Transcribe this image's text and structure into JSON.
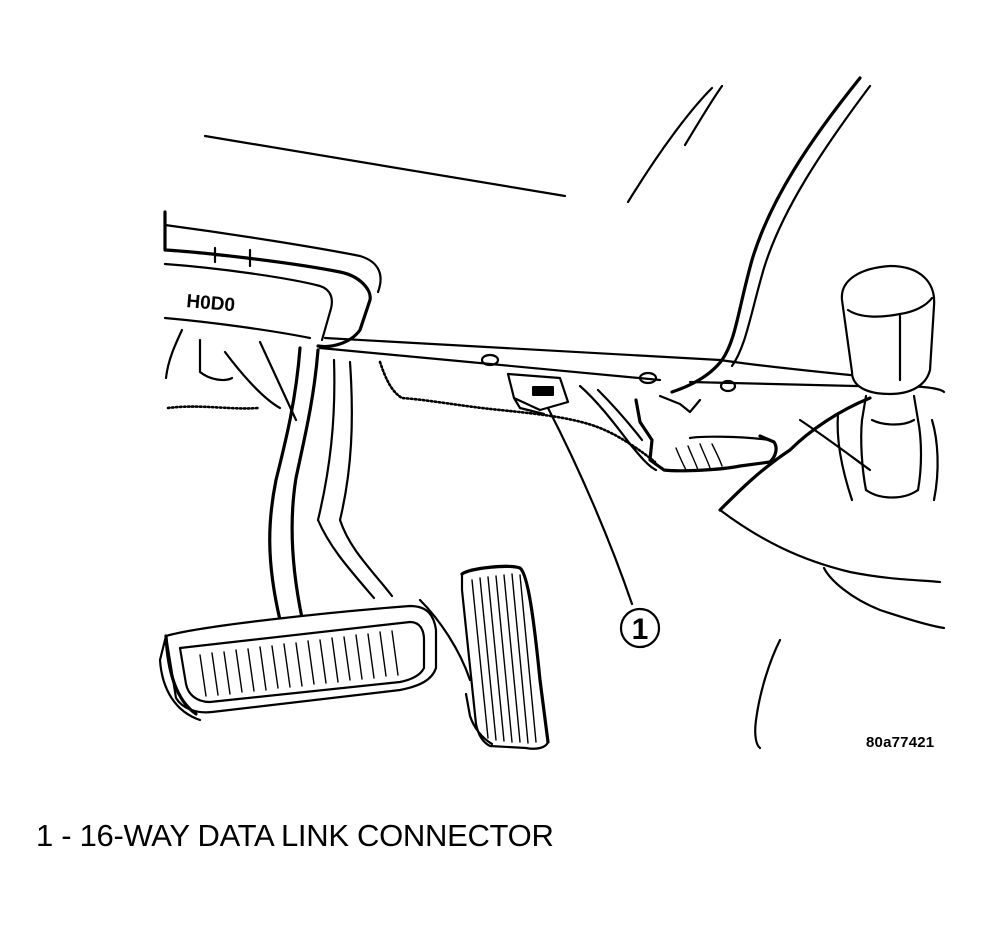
{
  "illustration": {
    "gauge_label": "H0D0",
    "callout_number": "1",
    "figure_code": "80a77421"
  },
  "legend": {
    "caption": "1 - 16-WAY DATA LINK CONNECTOR"
  }
}
